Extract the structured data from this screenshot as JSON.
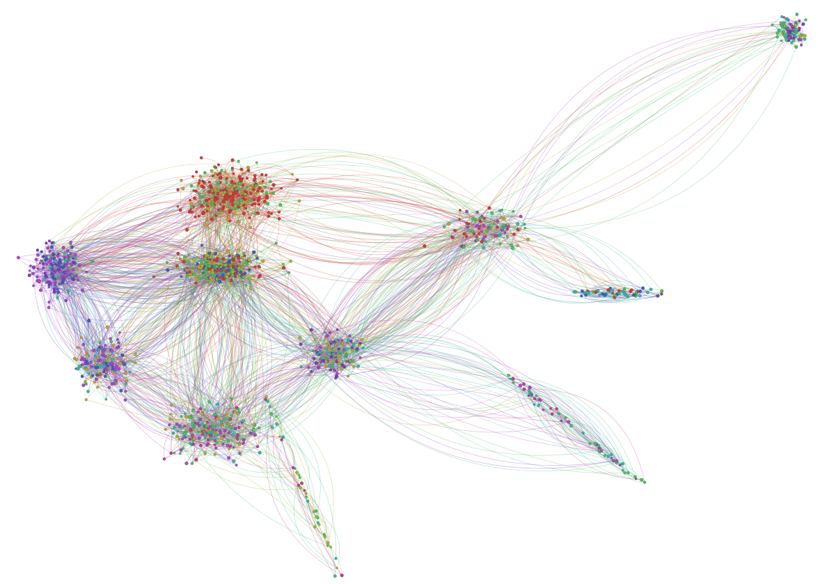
{
  "graph": {
    "background": "#ffffff",
    "palette": {
      "red": "#d03a36",
      "purple": "#a64bc4",
      "violet": "#7a3fc0",
      "blue": "#3d5fc4",
      "green": "#4cbf63",
      "lime": "#8fc23a",
      "olive": "#b9a43a",
      "teal": "#33b8a2",
      "magenta": "#c43a8f",
      "sky": "#4aa3d6"
    },
    "clusters": [
      {
        "name": "red-core",
        "colors": [
          "red",
          "red",
          "red",
          "olive",
          "green"
        ]
      },
      {
        "name": "central-mixed",
        "colors": [
          "green",
          "lime",
          "blue",
          "olive",
          "red"
        ]
      },
      {
        "name": "left-purple",
        "colors": [
          "purple",
          "purple",
          "violet",
          "blue",
          "teal"
        ]
      },
      {
        "name": "lower-left-purple",
        "colors": [
          "purple",
          "purple",
          "olive",
          "teal",
          "blue"
        ]
      },
      {
        "name": "lower-petals",
        "colors": [
          "purple",
          "magenta",
          "teal",
          "olive",
          "green"
        ]
      },
      {
        "name": "center-right-purple",
        "colors": [
          "purple",
          "violet",
          "olive",
          "teal"
        ]
      },
      {
        "name": "mid-right-mixed",
        "colors": [
          "red",
          "teal",
          "olive",
          "purple",
          "green"
        ]
      },
      {
        "name": "right-arm",
        "colors": [
          "green",
          "teal",
          "red",
          "sky",
          "blue"
        ]
      },
      {
        "name": "lower-right-arm",
        "colors": [
          "teal",
          "green",
          "purple",
          "magenta"
        ]
      },
      {
        "name": "bottom-tail",
        "colors": [
          "lime",
          "green",
          "olive",
          "teal",
          "magenta"
        ]
      },
      {
        "name": "top-right-cluster",
        "colors": [
          "violet",
          "green",
          "olive",
          "purple",
          "teal"
        ]
      }
    ]
  }
}
